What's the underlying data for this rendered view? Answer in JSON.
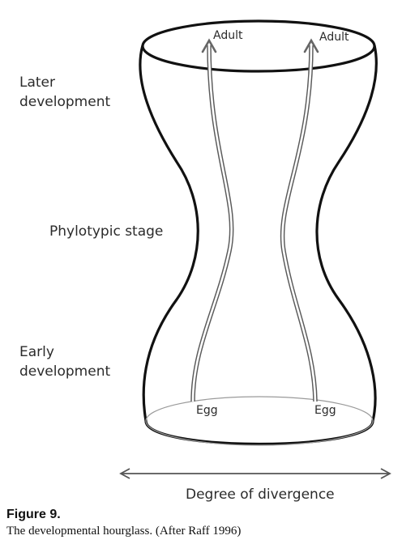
{
  "diagram": {
    "stages": {
      "later": [
        "Later",
        "development"
      ],
      "phylotypic": "Phylotypic stage",
      "early": [
        "Early",
        "development"
      ]
    },
    "endpoints": {
      "top_left": "Adult",
      "top_right": "Adult",
      "bottom_left": "Egg",
      "bottom_right": "Egg"
    },
    "axis_label": "Degree of divergence"
  },
  "caption": {
    "title": "Figure 9.",
    "text": "The developmental hourglass. (After Raff 1996)"
  },
  "colors": {
    "outline": "#111111",
    "path_fill": "#ffffff",
    "path_stroke": "#5a5a5a",
    "arrow": "#666666",
    "base_ellipse": "#9a9a9a"
  }
}
